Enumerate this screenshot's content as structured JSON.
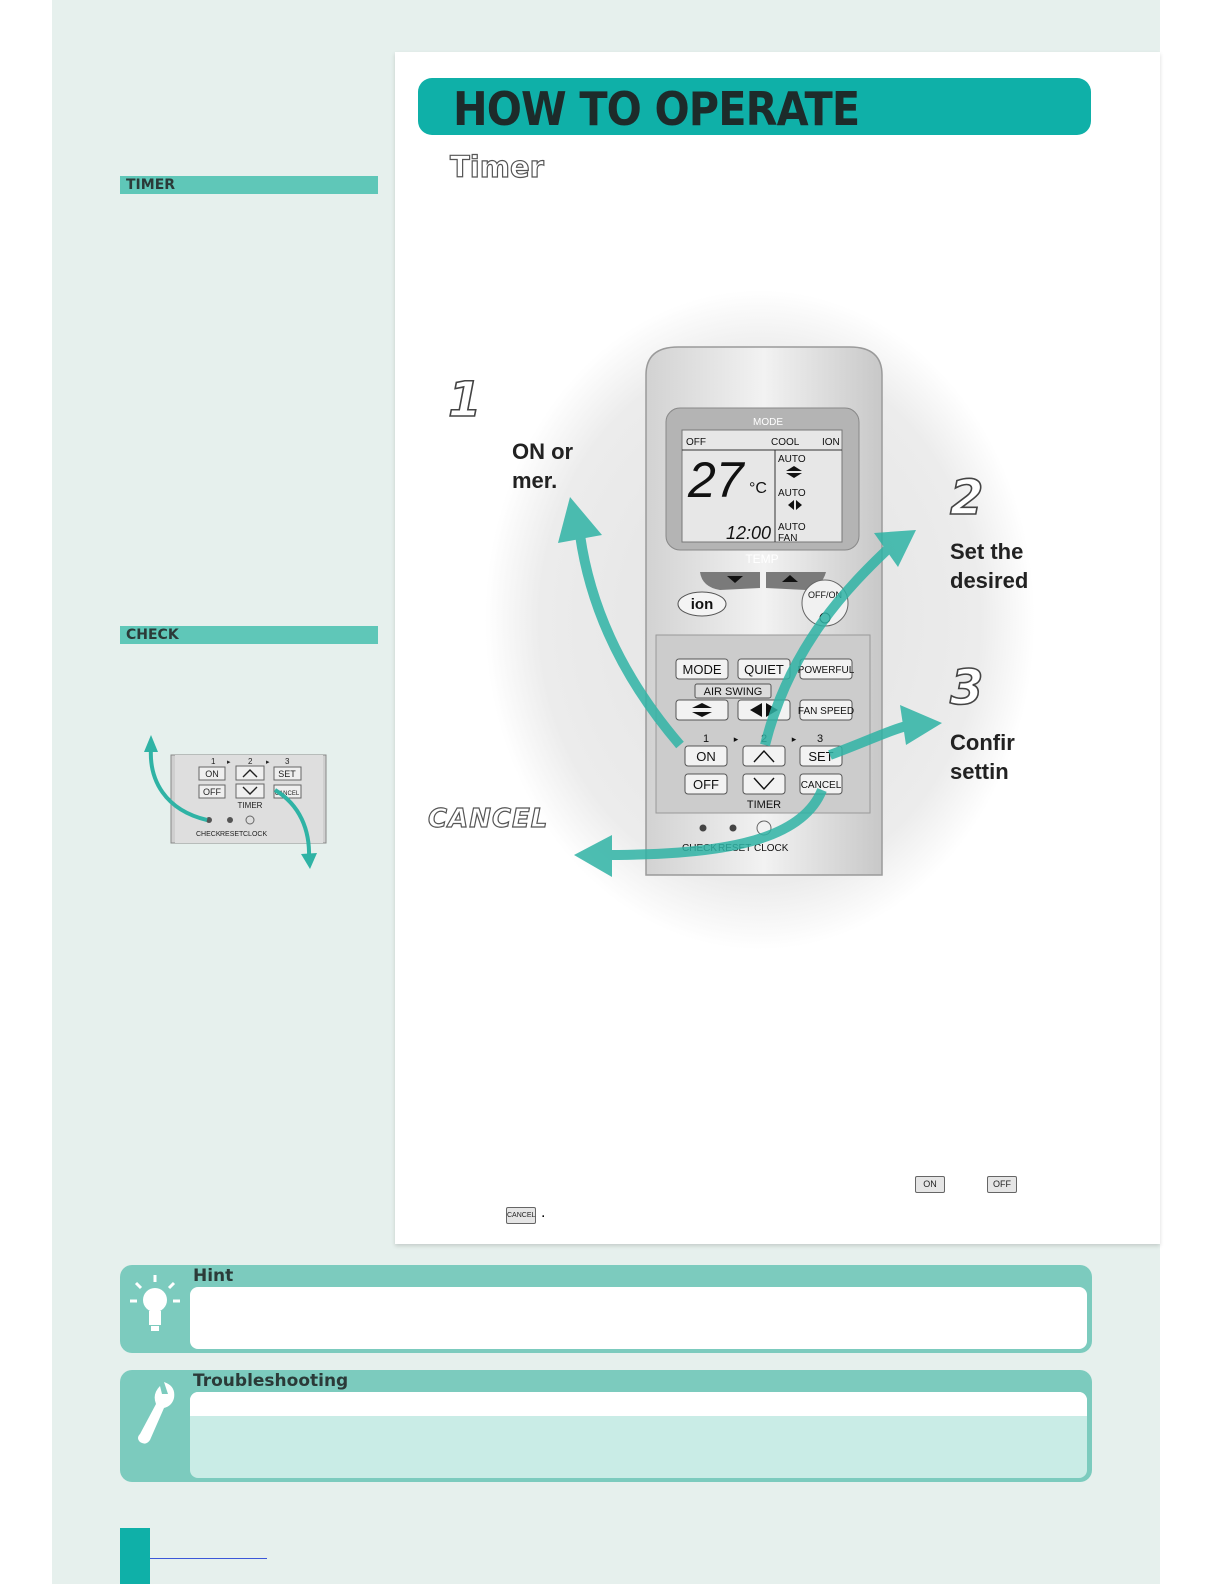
{
  "header": {
    "title": "HOW TO OPERATE",
    "subtitle": "Timer"
  },
  "sidebar": {
    "timer_label": "TIMER",
    "check_label": "CHECK"
  },
  "steps": [
    {
      "number": "1",
      "text": "ON or\nmer."
    },
    {
      "number": "2",
      "text": "Set the\ndesired"
    },
    {
      "number": "3",
      "text": "Confir\nsettin"
    }
  ],
  "cancel_label": "CANCEL",
  "remote": {
    "mode_label": "MODE",
    "lcd_off": "OFF",
    "lcd_cool": "COOL",
    "lcd_ion": "ION",
    "lcd_temp": "27",
    "lcd_unit": "°C",
    "lcd_clock": "12:00",
    "lcd_auto1": "AUTO",
    "lcd_auto2": "AUTO",
    "lcd_auto3": "AUTO",
    "lcd_fan": "FAN",
    "temp_label": "TEMP",
    "ion_button": "ion",
    "offon_label": "OFF/ON",
    "mode_button": "MODE",
    "quiet_button": "QUIET",
    "powerful_button": "POWERFUL",
    "air_swing_label": "AIR SWING",
    "fan_speed_button": "FAN SPEED",
    "timer_num1": "1",
    "timer_num2": "2",
    "timer_num3": "3",
    "on_button": "ON",
    "off_button": "OFF",
    "set_button": "SET",
    "cancel_button": "CANCEL",
    "timer_label": "TIMER",
    "check_label": "CHECK",
    "reset_label": "RESET",
    "clock_label": "CLOCK"
  },
  "small_remote": {
    "num1": "1",
    "num2": "2",
    "num3": "3",
    "on": "ON",
    "off": "OFF",
    "set": "SET",
    "cancel": "CANCEL",
    "timer": "TIMER",
    "check": "CHECK",
    "reset": "RESET",
    "clock": "CLOCK"
  },
  "note": {
    "on_key": "ON",
    "off_key": "OFF",
    "cancel_key": "CANCEL",
    "period": "."
  },
  "hint": {
    "title": "Hint"
  },
  "troubleshooting": {
    "title": "Troubleshooting"
  },
  "colors": {
    "teal": "#0fb0a8",
    "light_teal": "#5fc7b8",
    "box": "#7ccbbe",
    "arrow": "#2fb3a5"
  }
}
